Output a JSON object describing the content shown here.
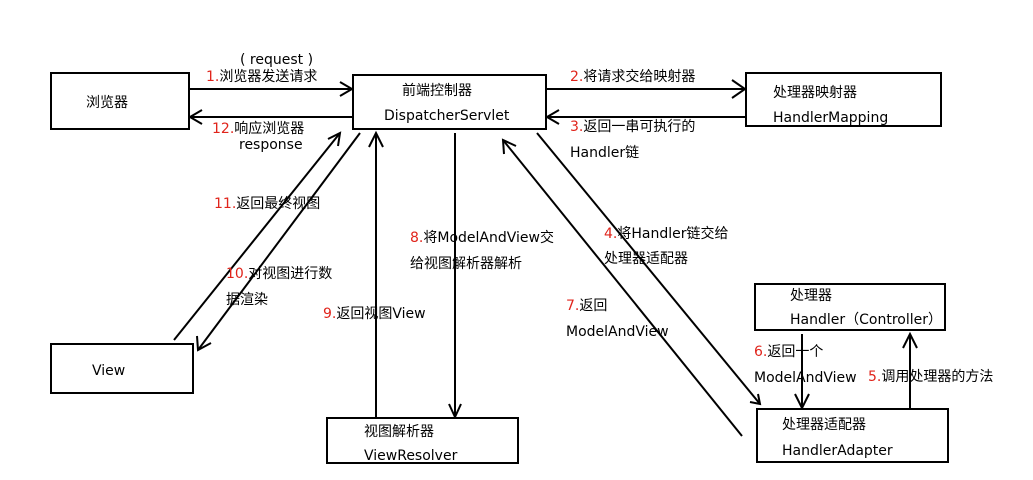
{
  "nodes": {
    "browser": {
      "label": "浏览器"
    },
    "dispatcher": {
      "title": "前端控制器",
      "name": "DispatcherServlet"
    },
    "handler_mapping": {
      "title": "处理器映射器",
      "name": "HandlerMapping"
    },
    "handler": {
      "title": "处理器",
      "name": "Handler（Controller）"
    },
    "handler_adapter": {
      "title": "处理器适配器",
      "name": "HandlerAdapter"
    },
    "view": {
      "label": "View"
    },
    "view_resolver": {
      "title": "视图解析器",
      "name": "ViewResolver"
    }
  },
  "steps": [
    {
      "num": "1.",
      "text": "浏览器发送请求",
      "note": "( request )"
    },
    {
      "num": "2.",
      "text": "将请求交给映射器"
    },
    {
      "num": "3.",
      "text": "返回一串可执行的",
      "text2": "Handler链"
    },
    {
      "num": "4.",
      "text": "将Handler链交给",
      "text2": "处理器适配器"
    },
    {
      "num": "5.",
      "text": "调用处理器的方法"
    },
    {
      "num": "6.",
      "text": "返回一个",
      "text2": "ModelAndView"
    },
    {
      "num": "7.",
      "text": "返回",
      "text2": "ModelAndView"
    },
    {
      "num": "8.",
      "text": "将ModelAndView交",
      "text2": "给视图解析器解析"
    },
    {
      "num": "9.",
      "text": "返回视图View"
    },
    {
      "num": "10.",
      "text": "对视图进行数",
      "text2": "据渲染"
    },
    {
      "num": "11.",
      "text": "返回最终视图"
    },
    {
      "num": "12.",
      "text": "响应浏览器",
      "text2": "response"
    }
  ]
}
